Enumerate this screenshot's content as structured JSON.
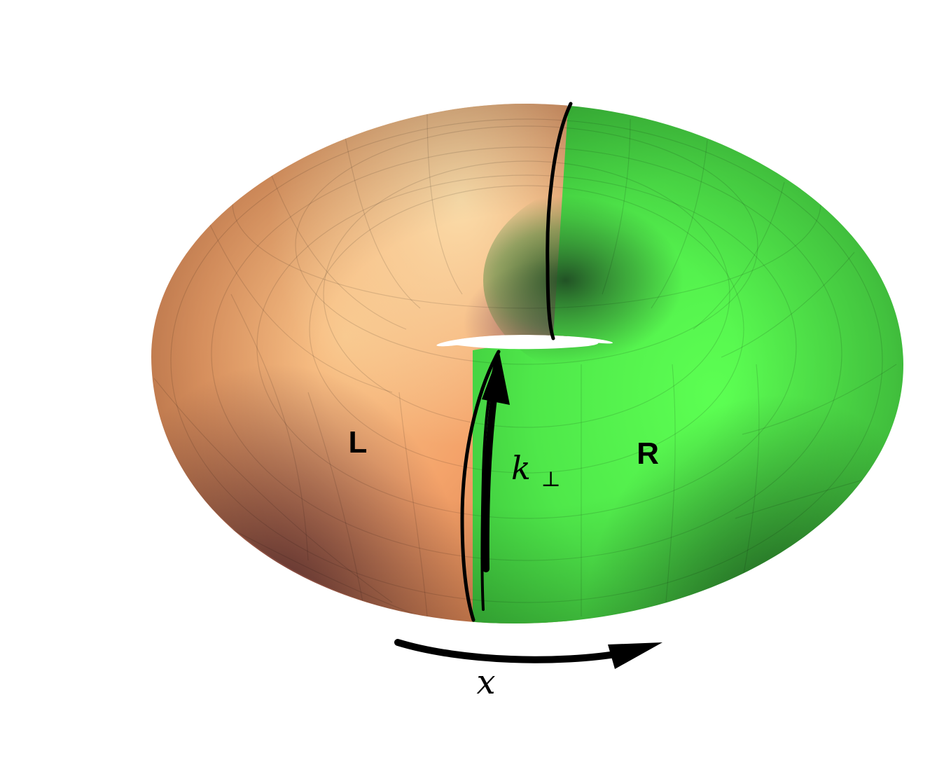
{
  "figure": {
    "left_region_label": "L",
    "right_region_label": "R",
    "vertical_arrow_label": "k",
    "vertical_arrow_subscript": "⊥",
    "horizontal_arrow_label": "x"
  },
  "colors": {
    "left_region": "#f4a36a",
    "left_region_highlight": "#f9d59e",
    "left_region_shadow": "#6e3a3c",
    "right_region": "#4fe84a",
    "right_region_highlight": "#5cff52",
    "right_region_shadow": "#1f4a23",
    "boundary": "#000000",
    "grid": "#000000"
  }
}
